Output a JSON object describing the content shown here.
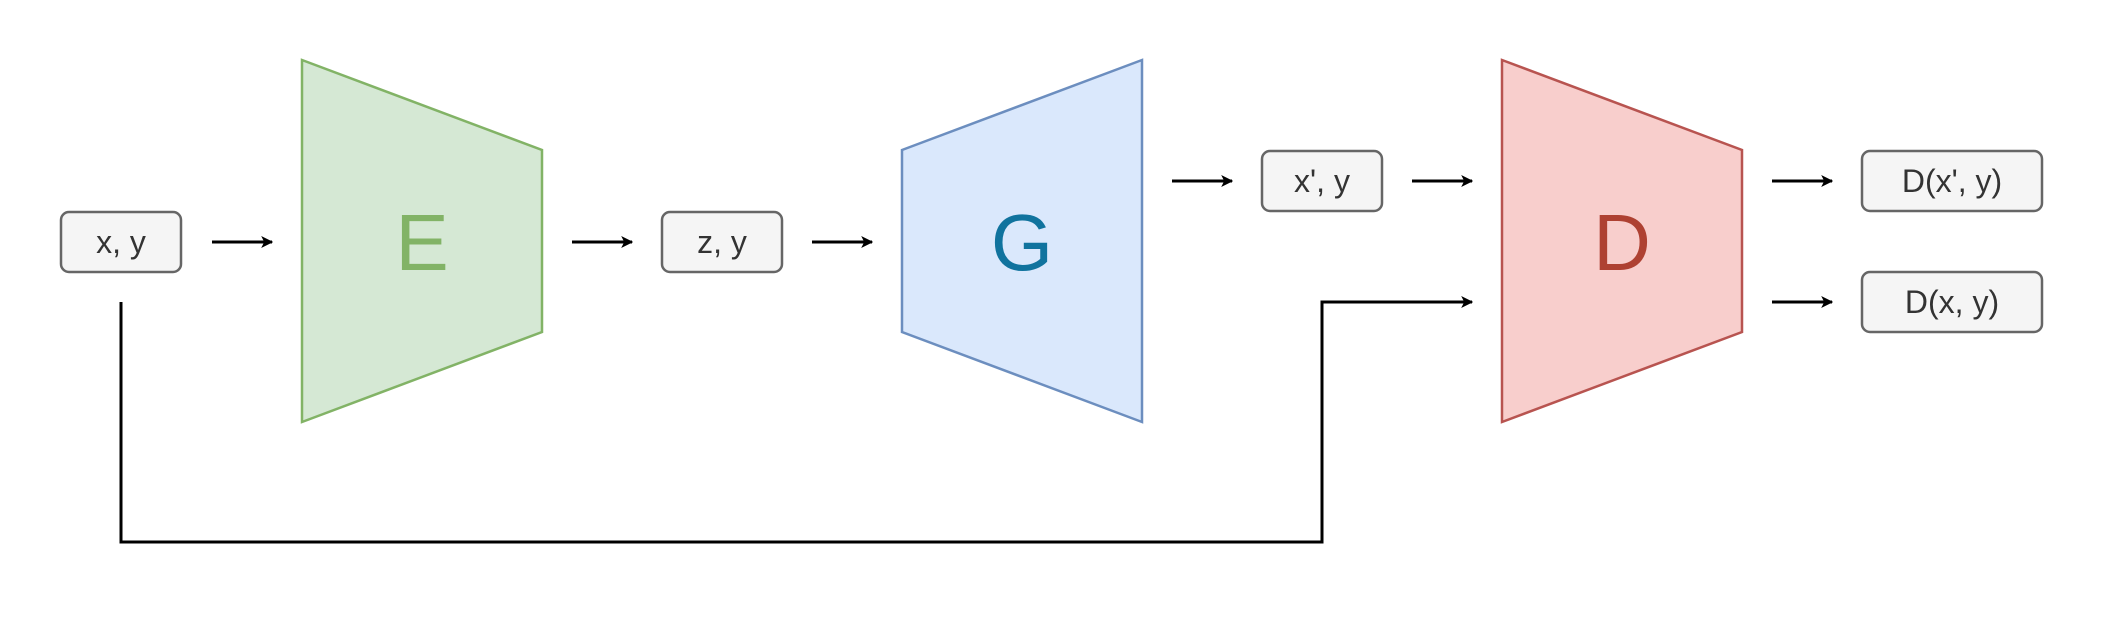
{
  "labels": {
    "input": "x, y",
    "latent": "z, y",
    "generated": "x', y",
    "output_fake": "D(x', y)",
    "output_real": "D(x, y)"
  },
  "blocks": {
    "encoder": {
      "letter": "E",
      "fill": "#d5e8d4",
      "stroke": "#82b366",
      "text_color": "#82b366"
    },
    "generator": {
      "letter": "G",
      "fill": "#dae8fc",
      "stroke": "#6c8ebf",
      "text_color": "#10739e"
    },
    "discriminator": {
      "letter": "D",
      "fill": "#f8cecc",
      "stroke": "#b85450",
      "text_color": "#ae4132"
    }
  },
  "colors": {
    "box_fill": "#f5f5f5",
    "box_stroke": "#666666",
    "arrow": "#000000"
  }
}
